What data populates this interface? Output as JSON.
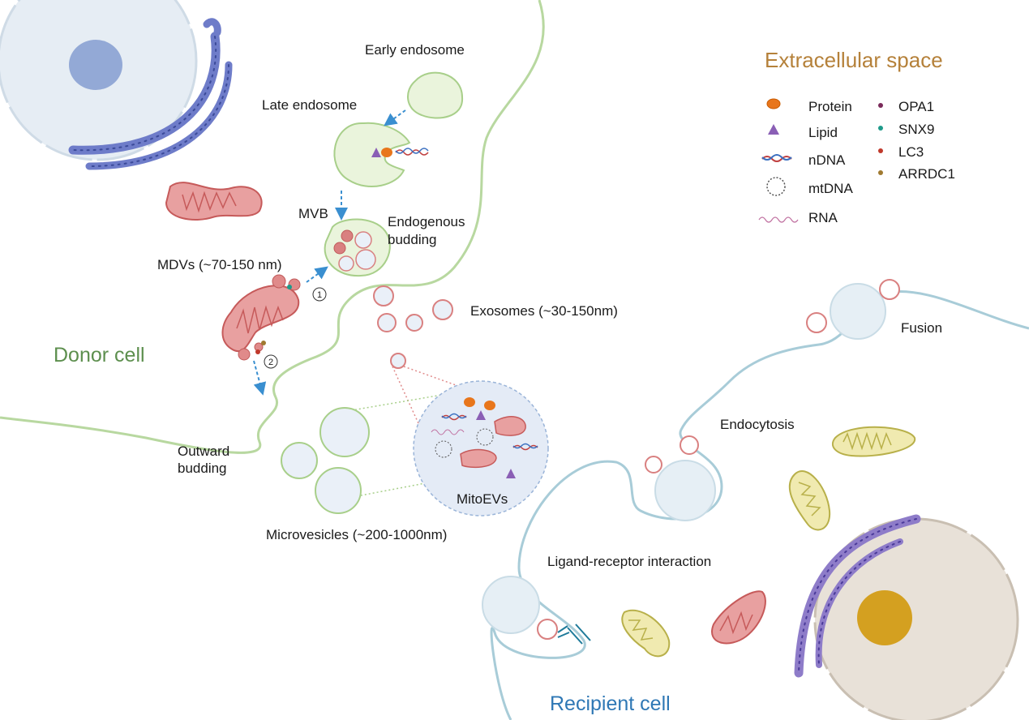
{
  "labels": {
    "early_endosome": "Early endosome",
    "late_endosome": "Late endosome",
    "mvb": "MVB",
    "endogenous_budding_line1": "Endogenous",
    "endogenous_budding_line2": "budding",
    "mdvs": "MDVs (~70-150 nm)",
    "exosomes": "Exosomes (~30-150nm)",
    "donor_cell": "Donor cell",
    "outward_budding_line1": "Outward",
    "outward_budding_line2": "budding",
    "microvesicles": "Microvesicles (~200-1000nm)",
    "mitoevs": "MitoEVs",
    "extracellular_space": "Extracellular space",
    "fusion": "Fusion",
    "endocytosis": "Endocytosis",
    "ligand_receptor": "Ligand-receptor interaction",
    "recipient_cell": "Recipient cell",
    "step1": "1",
    "step2": "2"
  },
  "legend": {
    "left": [
      {
        "label": "Protein",
        "icon": "protein-icon"
      },
      {
        "label": "Lipid",
        "icon": "lipid-icon"
      },
      {
        "label": "nDNA",
        "icon": "ndna-icon"
      },
      {
        "label": "mtDNA",
        "icon": "mtdna-icon"
      },
      {
        "label": "RNA",
        "icon": "rna-icon"
      }
    ],
    "right": [
      {
        "label": "OPA1",
        "color": "#7a2a5a"
      },
      {
        "label": "SNX9",
        "color": "#1e9a8a"
      },
      {
        "label": "LC3",
        "color": "#c0392b"
      },
      {
        "label": "ARRDC1",
        "color": "#a07a30"
      }
    ]
  },
  "colors": {
    "donor": "#5d8f4e",
    "extracellular": "#b5813a",
    "recipient": "#2f78b5",
    "membrane_green": "#b8d8a0",
    "membrane_blue": "#a8ccd8",
    "mito_red": "#d97b7b",
    "mito_yellow": "#c8c65a",
    "er_purple": "#7b6fc0",
    "arrow": "#3a8fd0"
  }
}
